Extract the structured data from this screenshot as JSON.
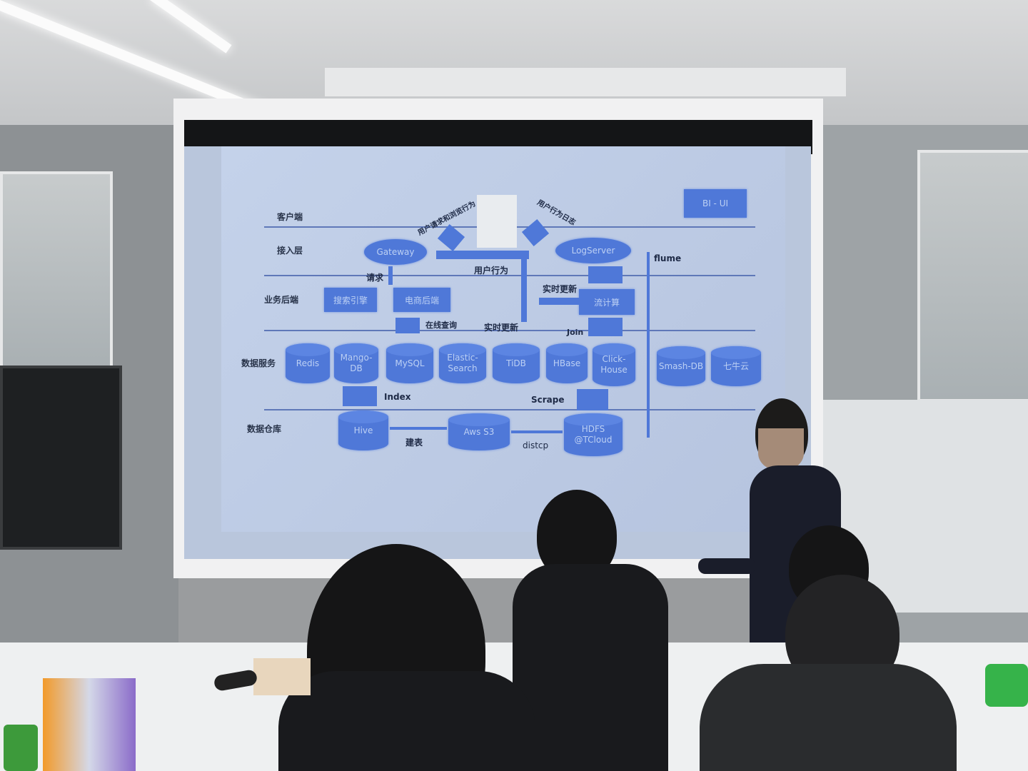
{
  "slide": {
    "layers": [
      "客户端",
      "接入层",
      "业务后端",
      "数据服务",
      "数据仓库"
    ],
    "bi": "BI - UI",
    "gateway": "Gateway",
    "logserver": "LogServer",
    "search": "搜索引擎",
    "ecommerce": "电商后端",
    "stream": "流计算",
    "databases": [
      "Redis",
      "Mango-DB",
      "MySQL",
      "Elastic-Search",
      "TiDB",
      "HBase",
      "Click-House",
      "Smash-DB",
      "七牛云"
    ],
    "warehouse": [
      "Hive",
      "Aws S3",
      "HDFS @TCloud"
    ],
    "notes": {
      "user_req": "用户请求和浏览行为",
      "user_act_log": "用户行为日志",
      "flume": "flume",
      "request": "请求",
      "user_behavior": "用户行为",
      "realtime_update": "实时更新",
      "realtime_update2": "实时更新",
      "online_query": "在线查询",
      "join": "Join",
      "index": "Index",
      "scrape": "Scrape",
      "build_table": "建表",
      "distcp": "distcp"
    }
  },
  "colors": {
    "slide_bg": "#c0cde6",
    "box": "#4f78d8",
    "line": "#5f78b8"
  }
}
